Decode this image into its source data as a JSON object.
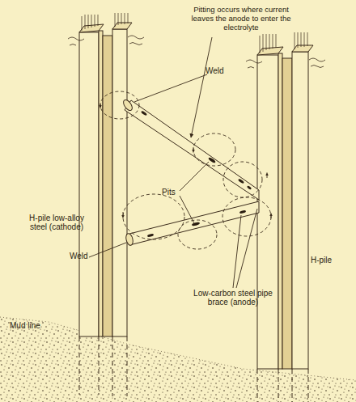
{
  "diagram": {
    "labels": [
      "Pitting occurs where current leaves the anode to enter the electrolyte",
      "Weld",
      "Pits",
      "H-pile low-alloy steel (cathode)",
      "Weld",
      "Low-carbon steel pipe brace (anode)",
      "H-pile",
      "Mud line"
    ]
  }
}
